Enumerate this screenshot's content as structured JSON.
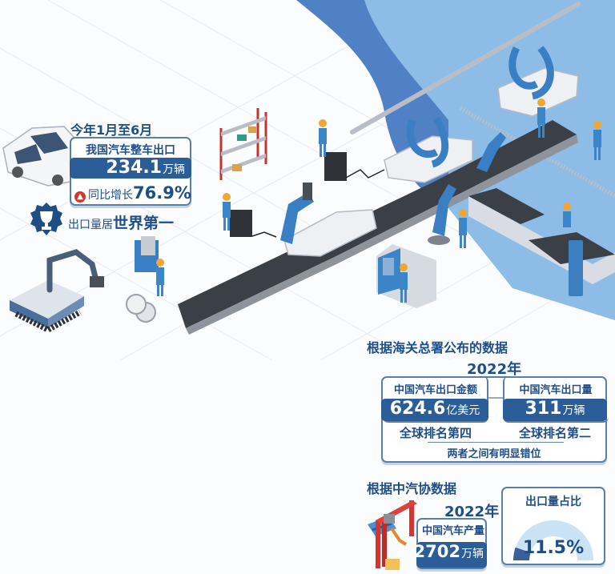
{
  "first_half": {
    "period": "今年1月至6月",
    "label": "我国汽车整车出口",
    "value": "234.1",
    "unit": "万辆",
    "growth_label": "同比增长",
    "growth_value": "76.9%",
    "growth_icon": "up-arrow-icon",
    "rank_prefix": "出口量居",
    "rank_text": "世界第一",
    "rank_icon": "trophy-badge-icon"
  },
  "customs": {
    "heading": "根据海关总署公布的数据",
    "year": "2022年",
    "left": {
      "label": "中国汽车出口金额",
      "value": "624.6",
      "unit": "亿美元",
      "rank": "全球排名第四"
    },
    "right": {
      "label": "中国汽车出口量",
      "value": "311",
      "unit": "万辆",
      "rank": "全球排名第二"
    },
    "note": "两者之间有明显错位"
  },
  "caam": {
    "heading": "根据中汽协数据",
    "year": "2022年",
    "label": "中国汽车产量",
    "value": "2702",
    "unit": "万辆"
  },
  "gauge": {
    "title": "出口量占比",
    "value": "11.5%",
    "percent": 11.5
  },
  "colors": {
    "navy": "#1f4e86",
    "bar_blue": "#2b5e98",
    "sky_blue": "#8dbde6",
    "wave_blue": "#4f81c4",
    "gauge_light": "#c9e3f5",
    "gauge_dark": "#3b5f9a",
    "growth_red": "#d9332a"
  }
}
